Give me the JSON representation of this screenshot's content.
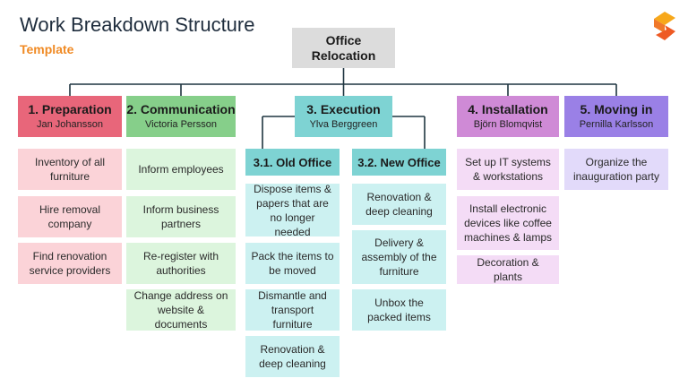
{
  "header": {
    "title": "Work Breakdown Structure",
    "subtitle": "Template"
  },
  "root": {
    "label": "Office\nRelocation"
  },
  "columns": [
    {
      "title": "1. Preparation",
      "owner": "Jan Johansson",
      "tasks": [
        "Inventory of all furniture",
        "Hire removal company",
        "Find renovation service providers"
      ]
    },
    {
      "title": "2. Communication",
      "owner": "Victoria Persson",
      "tasks": [
        "Inform employees",
        "Inform business partners",
        "Re-register with authorities",
        "Change address on website & documents"
      ]
    },
    {
      "title": "3. Execution",
      "owner": "Ylva Berggreen",
      "subgroups": [
        {
          "title": "3.1. Old Office",
          "tasks": [
            "Dispose items & papers that are no longer needed",
            "Pack the items to be moved",
            "Dismantle and transport furniture",
            "Renovation & deep cleaning"
          ]
        },
        {
          "title": "3.2. New Office",
          "tasks": [
            "Renovation & deep cleaning",
            "Delivery & assembly of the furniture",
            "Unbox the packed items"
          ]
        }
      ]
    },
    {
      "title": "4. Installation",
      "owner": "Björn Blomqvist",
      "tasks": [
        "Set up IT systems & workstations",
        "Install electronic devices like coffee machines & lamps",
        "Decoration & plants"
      ]
    },
    {
      "title": "5. Moving in",
      "owner": "Pernilla Karlsson",
      "tasks": [
        "Organize the inauguration party"
      ]
    }
  ],
  "colors": {
    "preparation": "#e8667a",
    "communication": "#86cf8a",
    "execution": "#7ed3d3",
    "installation": "#cf8ad6",
    "moving_in": "#9a80e6",
    "root": "#dcdcdc",
    "connector": "#1f3540",
    "subtitle": "#f08a24"
  }
}
